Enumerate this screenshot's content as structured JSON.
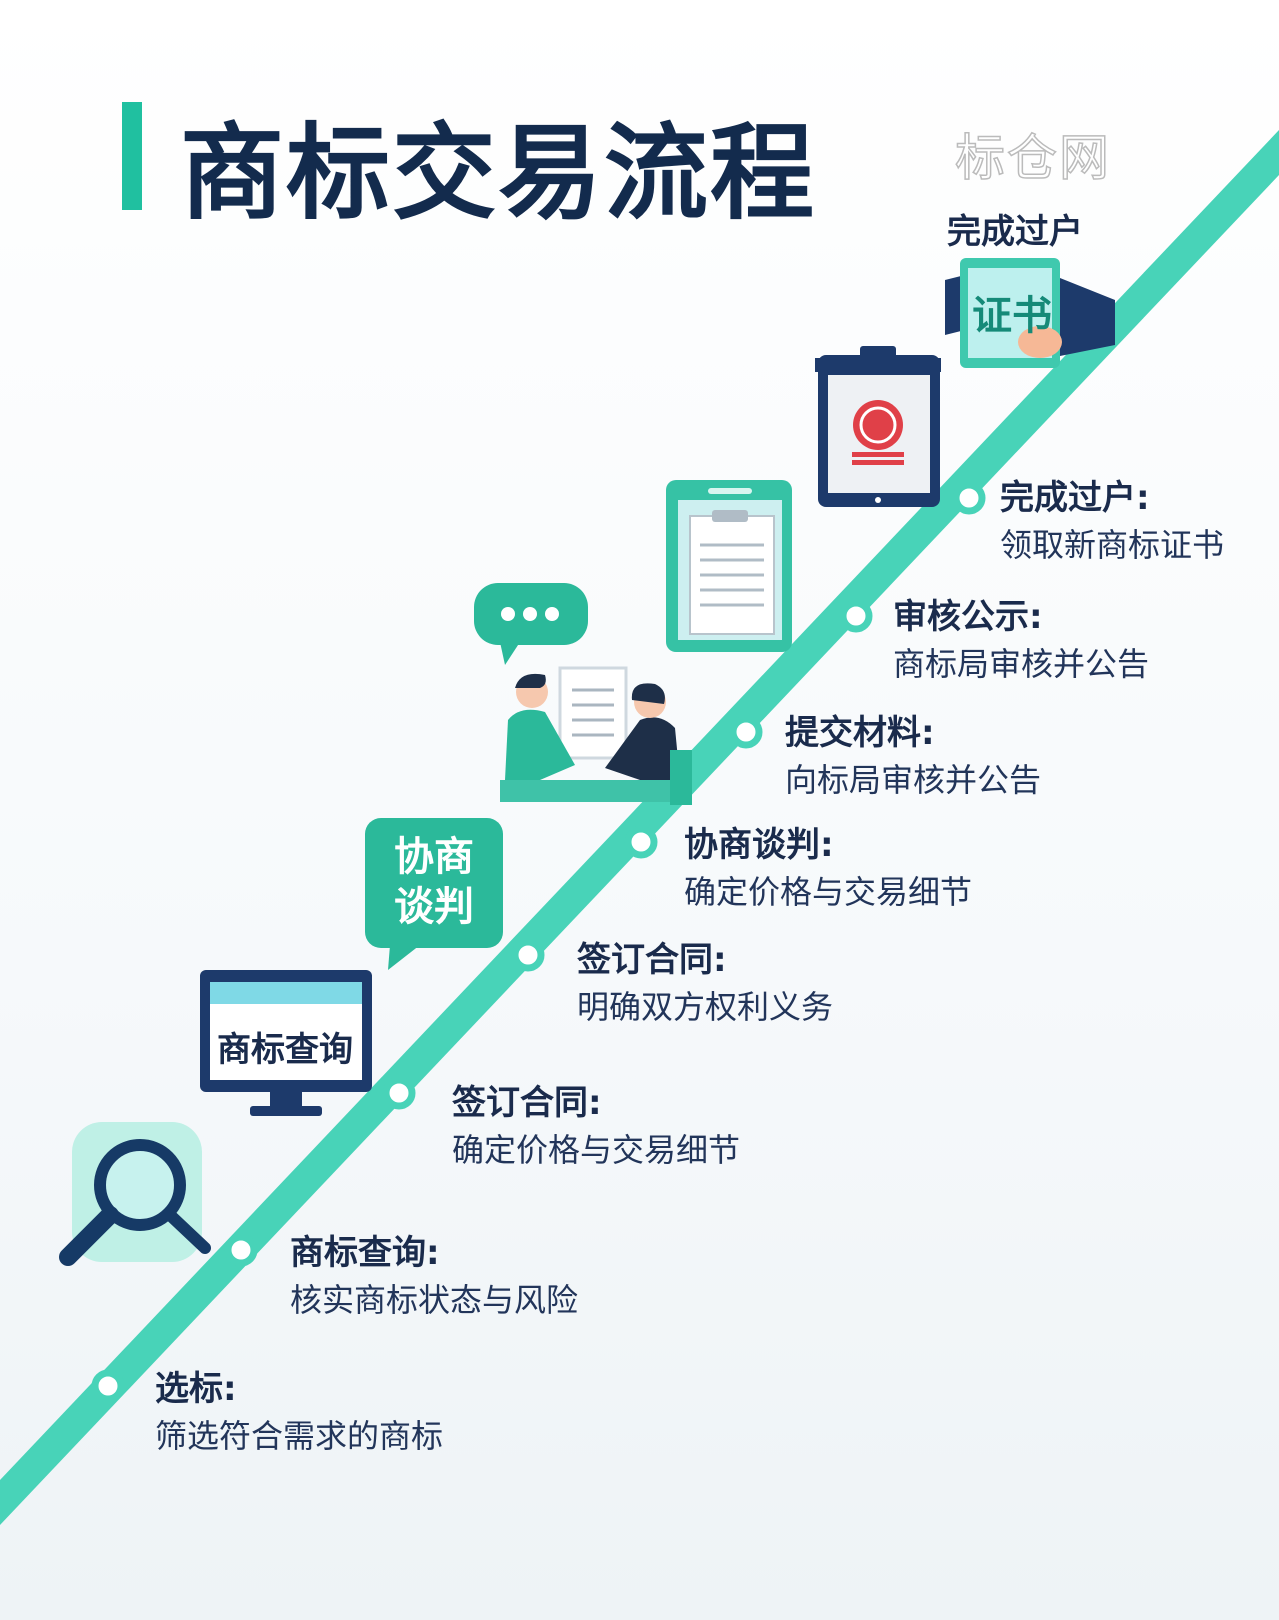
{
  "title": "商标交易流程",
  "watermark": "标仓网",
  "top_caption": "完成过户",
  "illustrations": {
    "certificate_text": "证书",
    "negotiation_bubble": [
      "协商",
      "谈判"
    ],
    "monitor_text": "商标查询"
  },
  "colors": {
    "accent": "#3fd1b5",
    "title": "#132b4d",
    "navy": "#1d3a6b"
  },
  "steps": [
    {
      "heading": "选标:",
      "desc": "筛选符合需求的商标"
    },
    {
      "heading": "商标查询:",
      "desc": "核实商标状态与风险"
    },
    {
      "heading": "签订合同:",
      "desc": "确定价格与交易细节"
    },
    {
      "heading": "签订合同:",
      "desc": "明确双方权利义务"
    },
    {
      "heading": "协商谈判:",
      "desc": "确定价格与交易细节"
    },
    {
      "heading": "提交材料:",
      "desc": "向标局审核并公告"
    },
    {
      "heading": "审核公示:",
      "desc": "商标局审核并公告"
    },
    {
      "heading": "完成过户:",
      "desc": "领取新商标证书"
    }
  ]
}
